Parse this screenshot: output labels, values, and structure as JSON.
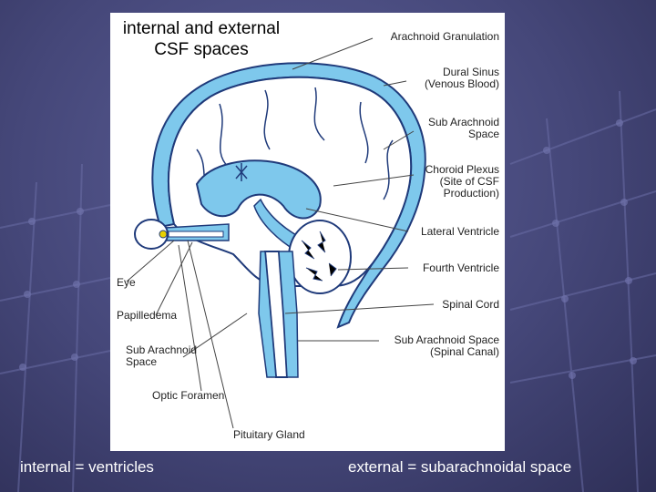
{
  "slide": {
    "background_color": "#454779",
    "diagram": {
      "title_lines": [
        "internal and external",
        "CSF spaces"
      ],
      "labels": {
        "arachnoid_granulation": "Arachnoid Granulation",
        "dural_sinus": [
          "Dural Sinus",
          "(Venous Blood)"
        ],
        "sub_arachnoid_space": [
          "Sub Arachnoid",
          "Space"
        ],
        "choroid_plexus": [
          "Choroid Plexus",
          "(Site of CSF",
          "Production)"
        ],
        "lateral_ventricle": "Lateral Ventricle",
        "fourth_ventricle": "Fourth Ventricle",
        "spinal_cord": "Spinal Cord",
        "spinal_canal": [
          "Sub Arachnoid Space",
          "(Spinal Canal)"
        ],
        "eye": "Eye",
        "papilledema": "Papilledema",
        "sub_arachnoid_space_left": [
          "Sub Arachnoid",
          "Space"
        ],
        "optic_foramen": "Optic Foramen",
        "pituitary_gland": "Pituitary Gland"
      },
      "colors": {
        "csf": "#7ec8ec",
        "line": "#1f3a7a"
      }
    },
    "captions": {
      "left": "internal = ventricles",
      "right": "external = subarachnoidal space"
    }
  }
}
